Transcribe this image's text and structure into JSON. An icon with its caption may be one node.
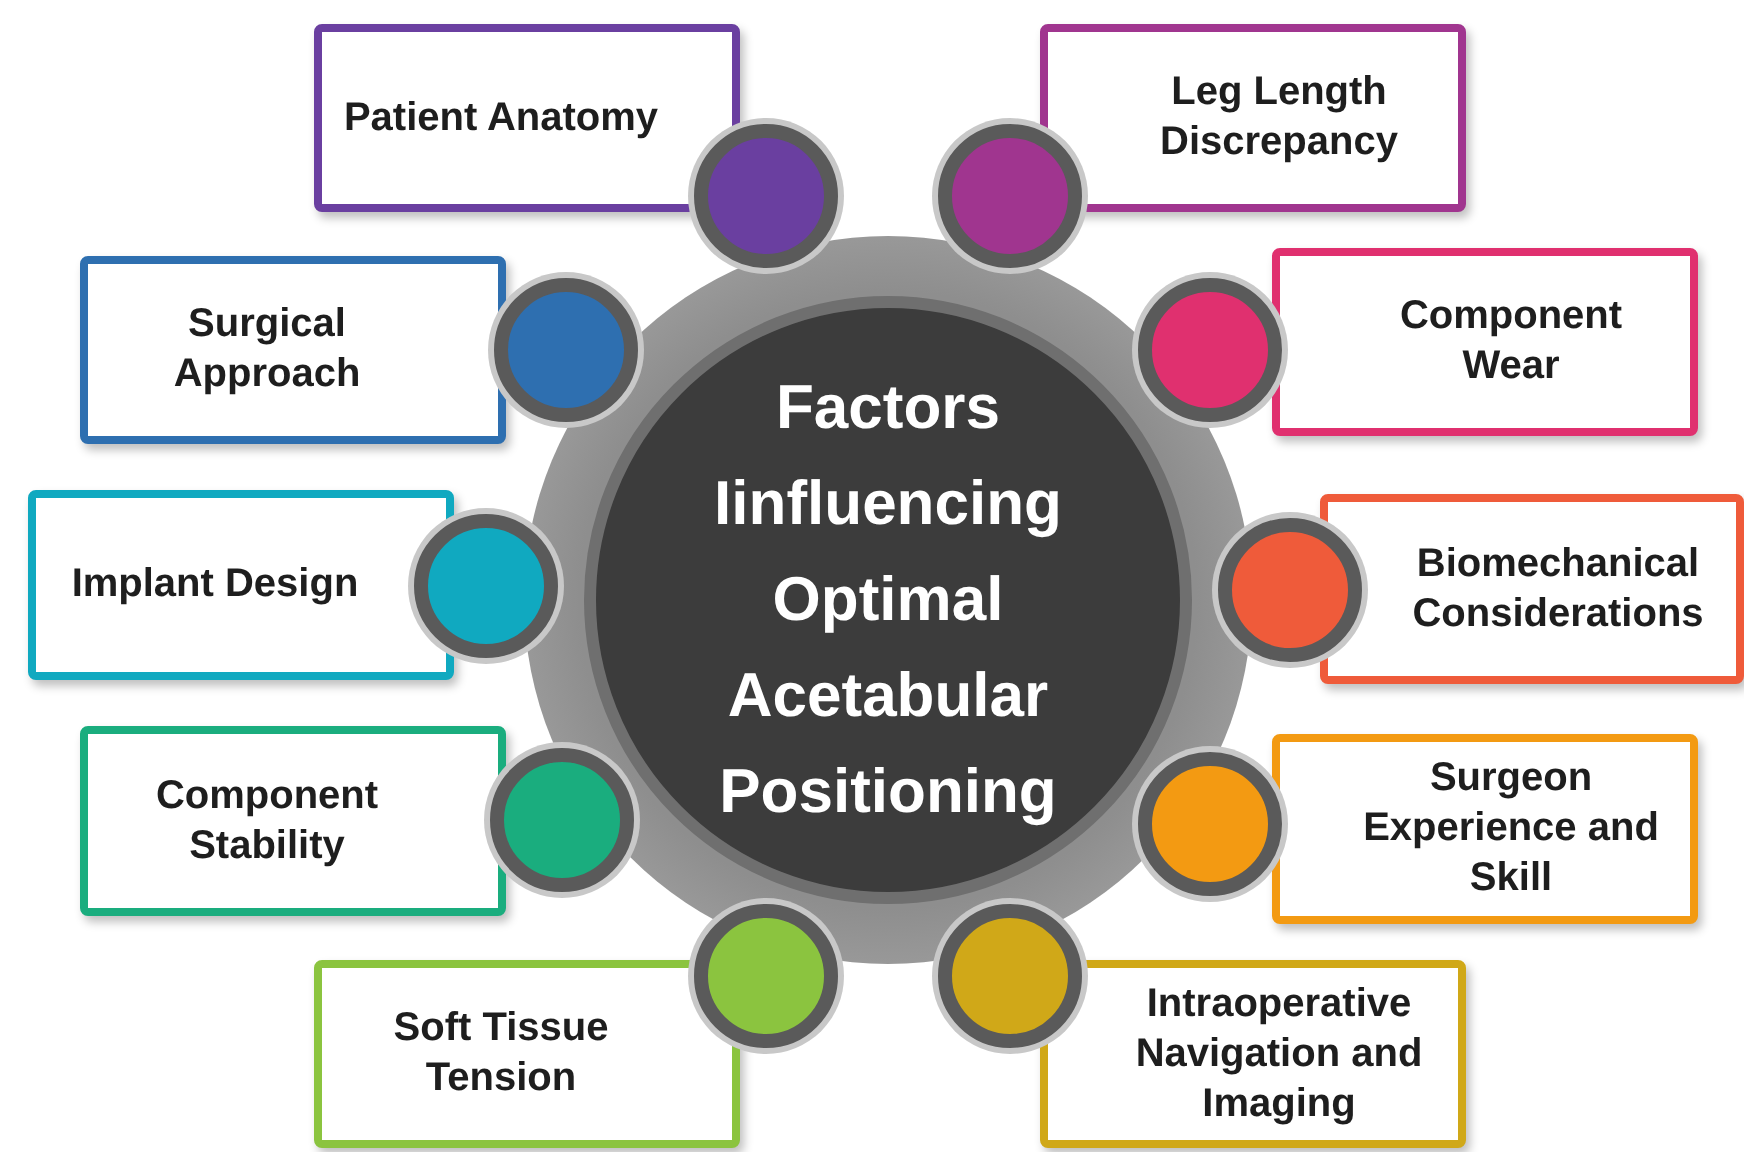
{
  "diagram": {
    "nodes": [
      {
        "text": [
          "Factors Iinfluencing Optimal Acetabular Positioning"
        ]
      },
      {
        "text": [
          "Patient Anatomy"
        ]
      },
      {
        "text": [
          "Leg Length Discrepancy"
        ]
      },
      {
        "text": [
          "Surgical Approach"
        ]
      },
      {
        "text": [
          "Component Wear"
        ]
      },
      {
        "text": [
          "Implant Design"
        ]
      },
      {
        "text": [
          "Biomechanical Considerations"
        ]
      },
      {
        "text": [
          "Component Stability"
        ]
      },
      {
        "text": [
          "Surgeon Experience and Skill"
        ]
      },
      {
        "text": [
          "Soft Tissue Tension"
        ]
      },
      {
        "text": [
          "Intraoperative Navigation and Imaging"
        ]
      }
    ]
  }
}
